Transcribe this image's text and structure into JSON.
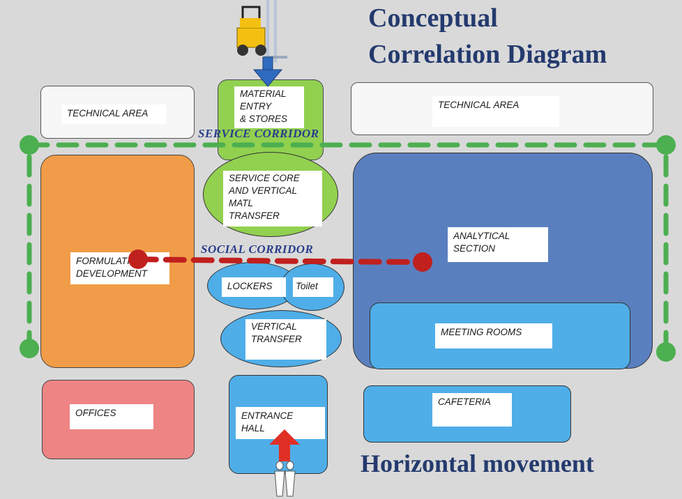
{
  "title_line1": "Conceptual",
  "title_line2": "Correlation Diagram",
  "footer_title": "Horizontal movement",
  "corridors": {
    "service": "SERVICE CORRIDOR",
    "social": "SOCIAL CORRIDOR"
  },
  "zones": {
    "technical_area_left": "TECHNICAL AREA",
    "technical_area_right": "TECHNICAL AREA",
    "material_entry": "MATERIAL\nENTRY\n& STORES",
    "service_core": "SERVICE CORE\nAND VERTICAL\nMATL\nTRANSFER",
    "formulation": "FORMULATION\nDEVELOPMENT",
    "analytical": "ANALYTICAL\nSECTION",
    "lockers": "LOCKERS",
    "toilet": "Toilet",
    "vertical_transfer": "VERTICAL\nTRANSFER",
    "meeting_rooms": "MEETING ROOMS",
    "offices": "OFFICES",
    "entrance_hall": "ENTRANCE\nHALL",
    "cafeteria": "CAFETERIA"
  },
  "colors": {
    "background": "#d9d9d9",
    "green_zone": "#92d050",
    "orange_zone": "#f19c48",
    "dark_blue_zone": "#5a7fbf",
    "light_blue_zone": "#4faee8",
    "pink_zone": "#ee8484",
    "service_corridor_line": "#4caf50",
    "social_corridor_line": "#c0201e",
    "entry_arrow": "#2f6bbf",
    "entrance_arrow": "#e03026",
    "title_color": "#243a6e"
  },
  "icons": {
    "forklift": "forklift-icon",
    "people": "people-icon"
  }
}
